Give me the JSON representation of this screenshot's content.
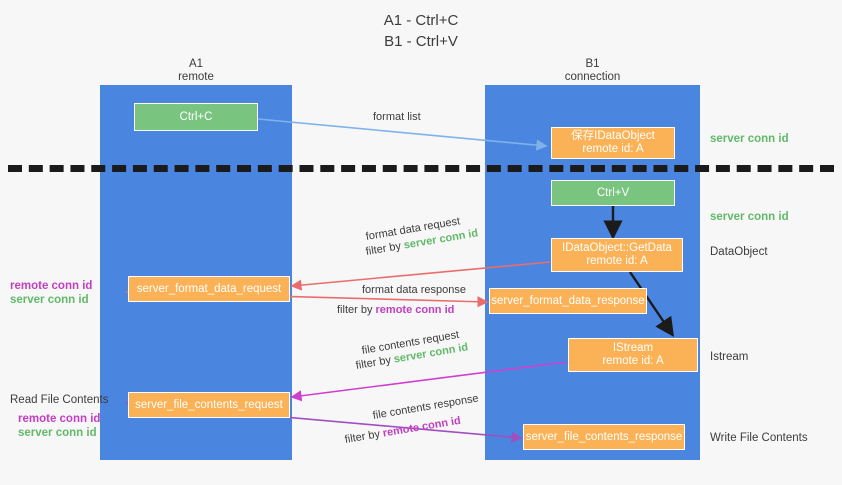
{
  "title": {
    "line1": "A1 - Ctrl+C",
    "line2": "B1 - Ctrl+V"
  },
  "lanes": [
    {
      "name": "A1",
      "sub": "remote"
    },
    {
      "name": "B1",
      "sub": "connection"
    }
  ],
  "nodes": {
    "ctrl_c": {
      "label": "Ctrl+C"
    },
    "save_idataobject": {
      "line1": "保存IDataObject",
      "line2": "remote id: A"
    },
    "ctrl_v": {
      "label": "Ctrl+V"
    },
    "getdata": {
      "line1": "IDataObject::GetData",
      "line2": "remote id: A"
    },
    "istream": {
      "line1": "IStream",
      "line2": "remote id: A"
    },
    "server_format_data_request": {
      "label": "server_format_data_request"
    },
    "server_format_data_response": {
      "label": "server_format_data_response"
    },
    "server_file_contents_request": {
      "label": "server_file_contents_request"
    },
    "server_file_contents_response": {
      "label": "server_file_contents_response"
    }
  },
  "edges": {
    "format_list": {
      "label": "format list"
    },
    "format_data_request": {
      "label": "format data request",
      "filter_prefix": "filter by ",
      "filter_token": "server conn id"
    },
    "format_data_response": {
      "label": "format data response",
      "filter_prefix": "filter by ",
      "filter_token": "remote conn id"
    },
    "file_contents_request": {
      "label": "file contents request",
      "filter_prefix": "filter by ",
      "filter_token": "server conn id"
    },
    "file_contents_response": {
      "label": "file contents response",
      "filter_prefix": "filter by ",
      "filter_token": "remote conn id"
    }
  },
  "annotations": {
    "server_conn_id_top": "server conn id",
    "server_conn_id_mid": "server conn id",
    "dataobject": "DataObject",
    "istream": "Istream",
    "write_file_contents": "Write File Contents",
    "read_file_contents": "Read File Contents",
    "left_remote_conn_id_1": "remote conn id",
    "left_server_conn_id_1": "server conn id",
    "left_remote_conn_id_2": "remote conn id",
    "left_server_conn_id_2": "server conn id"
  },
  "colors": {
    "lane": "#4a86e0",
    "green_node": "#79c47e",
    "orange_node": "#fbb256",
    "green_text": "#62b96a",
    "magenta_text": "#c23fc2",
    "blue_arrow": "#7fb2ea",
    "red_arrow": "#ea6d6d",
    "magenta_arrow": "#cf3fcf",
    "purple_arrow": "#a04fc0",
    "black_arrow": "#1b1b1b"
  }
}
